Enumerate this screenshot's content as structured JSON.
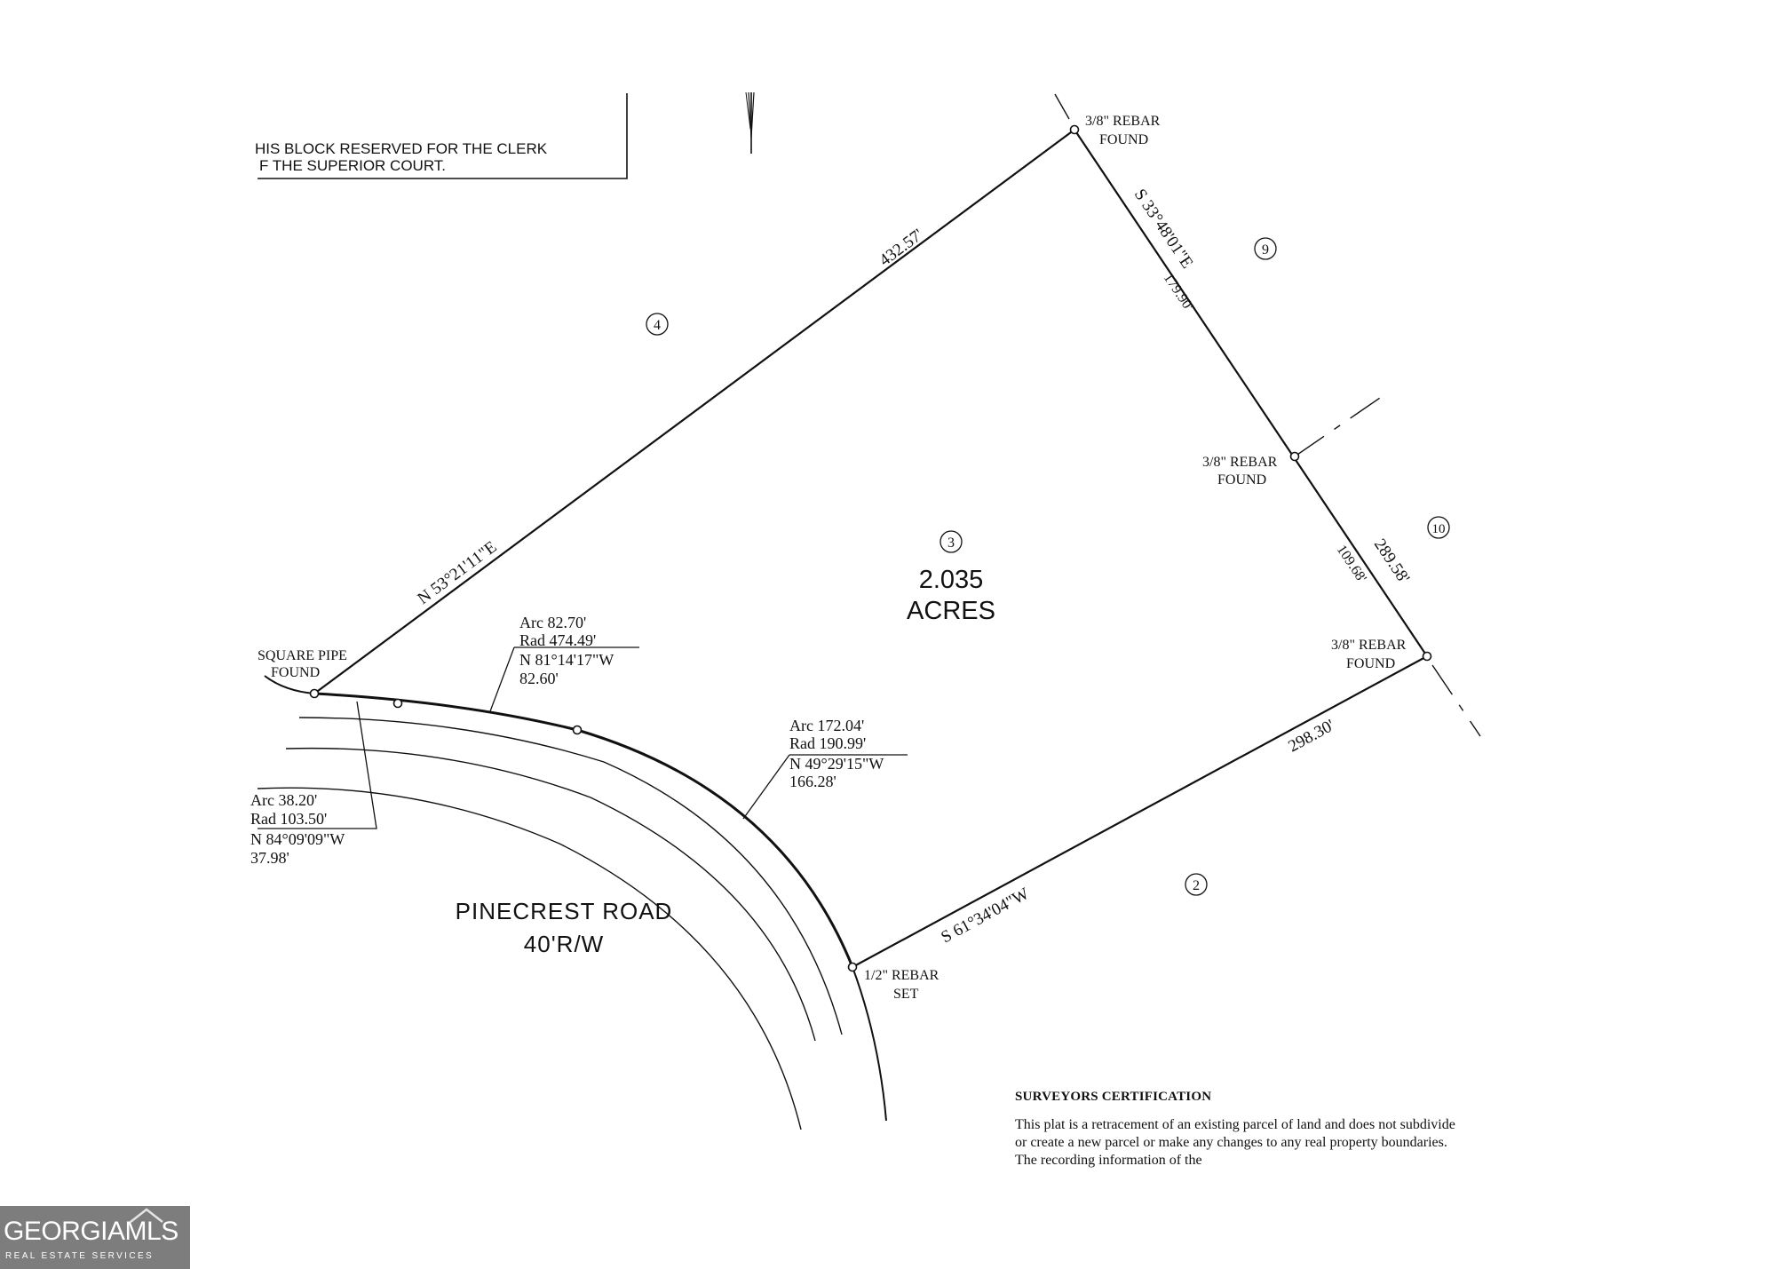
{
  "clerk_block": {
    "line1": "HIS BLOCK RESERVED FOR THE CLERK",
    "line2": "F THE SUPERIOR COURT."
  },
  "lots": {
    "lot4": "4",
    "lot9": "9",
    "lot10": "10",
    "lot3": "3",
    "lot2": "2"
  },
  "acreage": {
    "value": "2.035",
    "unit": "ACRES"
  },
  "corners": {
    "top": {
      "line1": "3/8\" REBAR",
      "line2": "FOUND"
    },
    "mid_right": {
      "line1": "3/8\" REBAR",
      "line2": "FOUND"
    },
    "lower_right": {
      "line1": "3/8\" REBAR",
      "line2": "FOUND"
    },
    "bottom": {
      "line1": "1/2\" REBAR",
      "line2": "SET"
    },
    "left": {
      "line1": "SQUARE PIPE",
      "line2": "FOUND"
    }
  },
  "bounds": {
    "northwest_length": "432.57'",
    "northwest_bearing": "N 53°21'11\"E",
    "northeast_bearing": "S 33°48'01\"E",
    "northeast_segment": "179.90'",
    "east_total": "289.58'",
    "east_segment": "109.68'",
    "south_length": "298.30'",
    "south_bearing": "S 61°34'04\"W"
  },
  "curves": {
    "c1": {
      "arc": "Arc 82.70'",
      "rad": "Rad 474.49'",
      "bearing": "N 81°14'17\"W",
      "chord": "82.60'"
    },
    "c2": {
      "arc": "Arc 172.04'",
      "rad": "Rad 190.99'",
      "bearing": "N 49°29'15\"W",
      "chord": "166.28'"
    },
    "c3": {
      "arc": "Arc 38.20'",
      "rad": "Rad 103.50'",
      "bearing": "N 84°09'09\"W",
      "chord": "37.98'"
    }
  },
  "road": {
    "name": "PINECREST ROAD",
    "row": "40'R/W"
  },
  "certification": {
    "title": "SURVEYORS CERTIFICATION",
    "body": "This plat is a retracement of an existing parcel of land and does not subdivide or create a new parcel or make any changes to any real property boundaries.  The recording information of the"
  },
  "watermark": {
    "name": "GEORGIAMLS",
    "tagline": "REAL ESTATE SERVICES"
  }
}
